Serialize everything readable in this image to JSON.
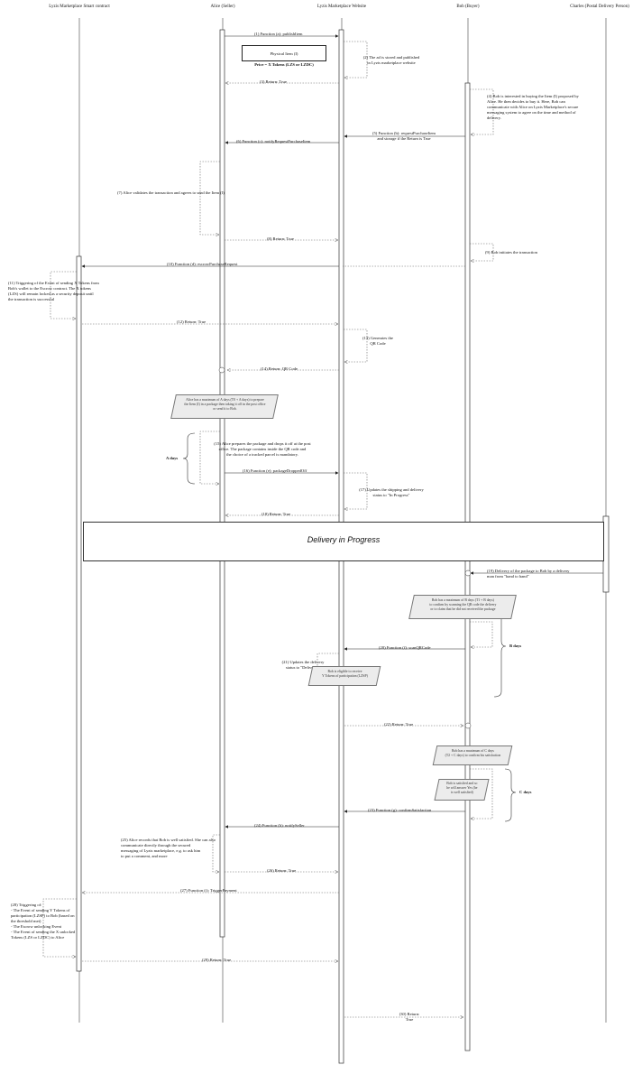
{
  "participants": {
    "smart_contract": "Lyzis Marketplace\nSmart contract",
    "alice": "Alice (Seller)",
    "website": "Lyzis Marketplace\nWebsite",
    "bob": "Bob (Buyer)",
    "charles": "Charles (Postal\nDelivery Person)"
  },
  "physical_item": {
    "line1": "Physical Item (I)",
    "line2": "Price = X Tokens (LZS or LZDC)"
  },
  "messages": {
    "m1": "(1) Function (a): publishItem",
    "m2": "(2) The ad is stored and published\nin Lyzis marketplace website",
    "m3": "(3) Return: True",
    "m4": "(4) Bob is interested in buying the Item (I) proposed by\nAlice. He then decides to buy it. Here, Bob can\ncommunicate with Alice on Lyzis Marketplace's secure\nmessaging system to agree on the time and method of\ndelivery.",
    "m5": "(5) Function (b): requestPurchaseItem\nand storage if the Return is True",
    "m6": "(6) Function (c): notifyRequestPurchaseItem",
    "m7": "(7) Alice validates the transaction and agrees to send the Item (I)",
    "m8": "(8) Return: True",
    "m9": "(9) Bob initiates the transaction",
    "m10": "(10) Function (d): escrowPurchaseRequest",
    "m11": "(11) Triggering of the Event of sending X Tokens from\nBob's wallet to the Escrow contract. The X tokens\n(LZS) will remain locked as a security deposit until\nthe transaction is successful",
    "m12": "(12) Return: True",
    "m13": "(13) Generates the\nQR Code",
    "m14": "(14) Return: QR Code",
    "m15": "(15) Alice prepares the package and drops it off at the post\noffice. The package contains inside the QR code and\nthe choice of a tracked parcel is mandatory.",
    "m16": "(16) Function (e): packageDroppedOff",
    "m17": "(17) Updates the shipping and delivery\nstatus to \"In Progress\"",
    "m18": "(18) Return: True",
    "m19": "(19) Delivery of the package to Bob by a delivery\nman from \"hand to hand\"",
    "m20": "(20) Function (f): scanQRCode",
    "m21": "(21) Updates the delivery\nstatus to \"Delivered\"",
    "m22": "(22) Return: True",
    "m23": "(23) Function (g): confirmSatisfaction",
    "m24": "(24) Function (h): notifySeller",
    "m25": "(25) Alice records that Bob is well satisfied. She can also\ncommunicate directly through the secured\nmessaging of Lyzis marketplace, e.g. to ask him\nto put a comment, and more",
    "m26": "(26) Return: True",
    "m27": "(27) Function (i): TriggerPayment",
    "m28": "(28) Triggering of:\n- The Event of sending Y Tokens of\n  participation (LZSP) to Bob (based on\n  the threshold met)\n- The Escrow unlocking Event\n- The Event of sending the X unlocked\n  Tokens (LZS or LZDC) to Alice",
    "m29": "(29) Return: True",
    "m30": "(30) Return:\nTrue"
  },
  "notes": {
    "a_note": "Alice has a maximum of A days (T0 + A days) to prepare\nthe Item (I) in a package then taking it off in the post office\nor send it to Bob.",
    "b_note": "Bob has a maximum of B days (T1 + B days)\nto confirm by scanning the QR code the delivery\nor to claim that he did not received the package",
    "y_note": "Bob is eligible to receive\nY Tokens of participation (LZSP)",
    "c_note": "Bob has a maximum of C days\n(T2 + C days) to confirm his satisfaction",
    "c_inner": "Bob is satisfied and so\nhe will answer Yes (he\nis well satisfied)"
  },
  "durations": {
    "a": "A days",
    "b": "B days",
    "c": "C days"
  },
  "delivery_band": "Delivery in Progress"
}
